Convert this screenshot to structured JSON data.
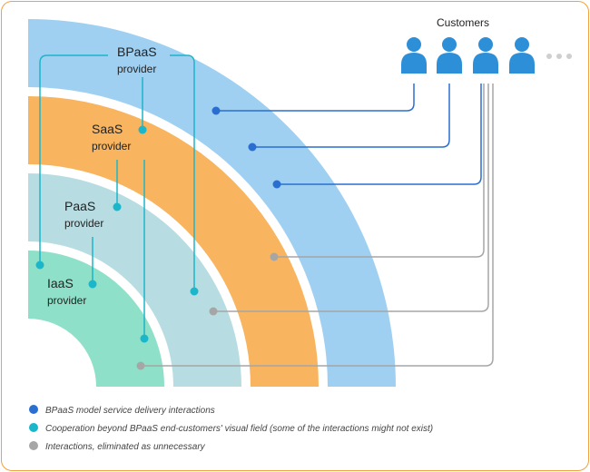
{
  "layers": [
    {
      "key": "bpaas",
      "line1": "BPaaS",
      "line2": "provider",
      "color": "#9fd0f2"
    },
    {
      "key": "saas",
      "line1": "SaaS",
      "line2": "provider",
      "color": "#f8b45e"
    },
    {
      "key": "paas",
      "line1": "PaaS",
      "line2": "provider",
      "color": "#b7dde2"
    },
    {
      "key": "iaas",
      "line1": "IaaS",
      "line2": "provider",
      "color": "#8fe0c8"
    }
  ],
  "customers": {
    "title": "Customers",
    "icon": "person-icon",
    "icon_color": "#2d8fd8",
    "count": 4,
    "ellipsis": "• • •"
  },
  "colors": {
    "blue": "#2a6fd0",
    "cyan": "#1bb6c9",
    "gray": "#a6a6a6",
    "border": "#f0a13a"
  },
  "legend": [
    {
      "color": "#2a6fd0",
      "text": "BPaaS model service delivery interactions"
    },
    {
      "color": "#1bb6c9",
      "text": "Cooperation beyond BPaaS end-customers' visual field (some of the interactions might not exist)"
    },
    {
      "color": "#a6a6a6",
      "text": "Interactions, eliminated as unnecessary"
    }
  ]
}
